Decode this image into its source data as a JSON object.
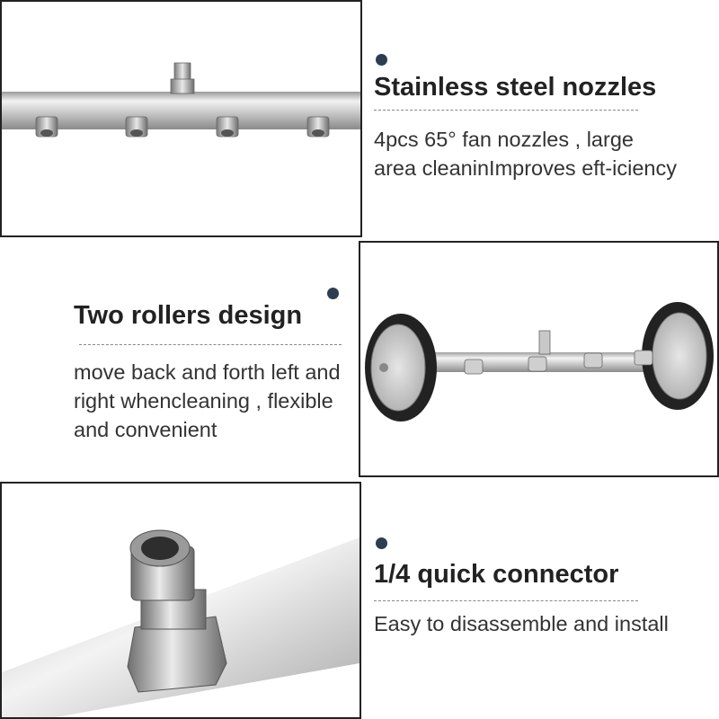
{
  "features": [
    {
      "title": "Stainless steel nozzles",
      "description": "4pcs 65° fan nozzles , large area cleaninImproves eft-iciency"
    },
    {
      "title": "Two rollers design",
      "description": "move back and forth left and right whencleaning , flexible and convenient"
    },
    {
      "title": "1/4 quick connector",
      "description": "Easy to disassemble and install"
    }
  ],
  "colors": {
    "bullet": "#2c3e50",
    "title": "#222222",
    "text": "#333333",
    "frame": "#222222"
  }
}
